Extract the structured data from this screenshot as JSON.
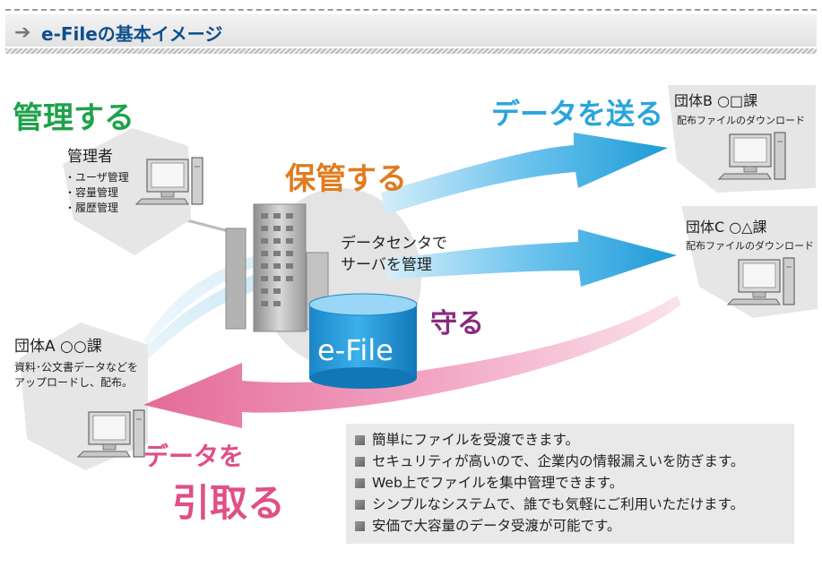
{
  "header": {
    "arrow": "➔",
    "title": "e-Fileの基本イメージ"
  },
  "admin": {
    "verb": "管理する",
    "title": "管理者",
    "items": [
      "・ユーザ管理",
      "・容量管理",
      "・履歴管理"
    ]
  },
  "center": {
    "store_verb": "保管する",
    "caption_lines": [
      "データセンタで",
      "サーバを管理"
    ],
    "protect_verb": "守る",
    "db_label": "e-File"
  },
  "send_verb": "データを送る",
  "receive_verb": {
    "line1": "データを",
    "line2": "引取る"
  },
  "group_a": {
    "name": "団体A ○○課",
    "desc_lines": [
      "資料･公文書データなどを",
      "アップロードし、配布。"
    ]
  },
  "group_b": {
    "name": "団体B ○□課",
    "desc": "配布ファイルのダウンロード"
  },
  "group_c": {
    "name": "団体C ○△課",
    "desc": "配布ファイルのダウンロード"
  },
  "features": [
    "簡単にファイルを受渡できます。",
    "セキュリティが高いので、企業内の情報漏えいを防ぎます。",
    "Web上でファイルを集中管理できます。",
    "シンプルなシステムで、誰でも気軽にご利用いただけます。",
    "安価で大容量のデータ受渡が可能です。"
  ],
  "colors": {
    "title_blue": "#0d4f8f",
    "green": "#1ea24a",
    "orange": "#e07b1e",
    "sky": "#29a5dd",
    "pink": "#e04f86",
    "purple": "#8a2a7e"
  },
  "icons": [
    "computer-icon",
    "building-icon",
    "database-icon"
  ]
}
